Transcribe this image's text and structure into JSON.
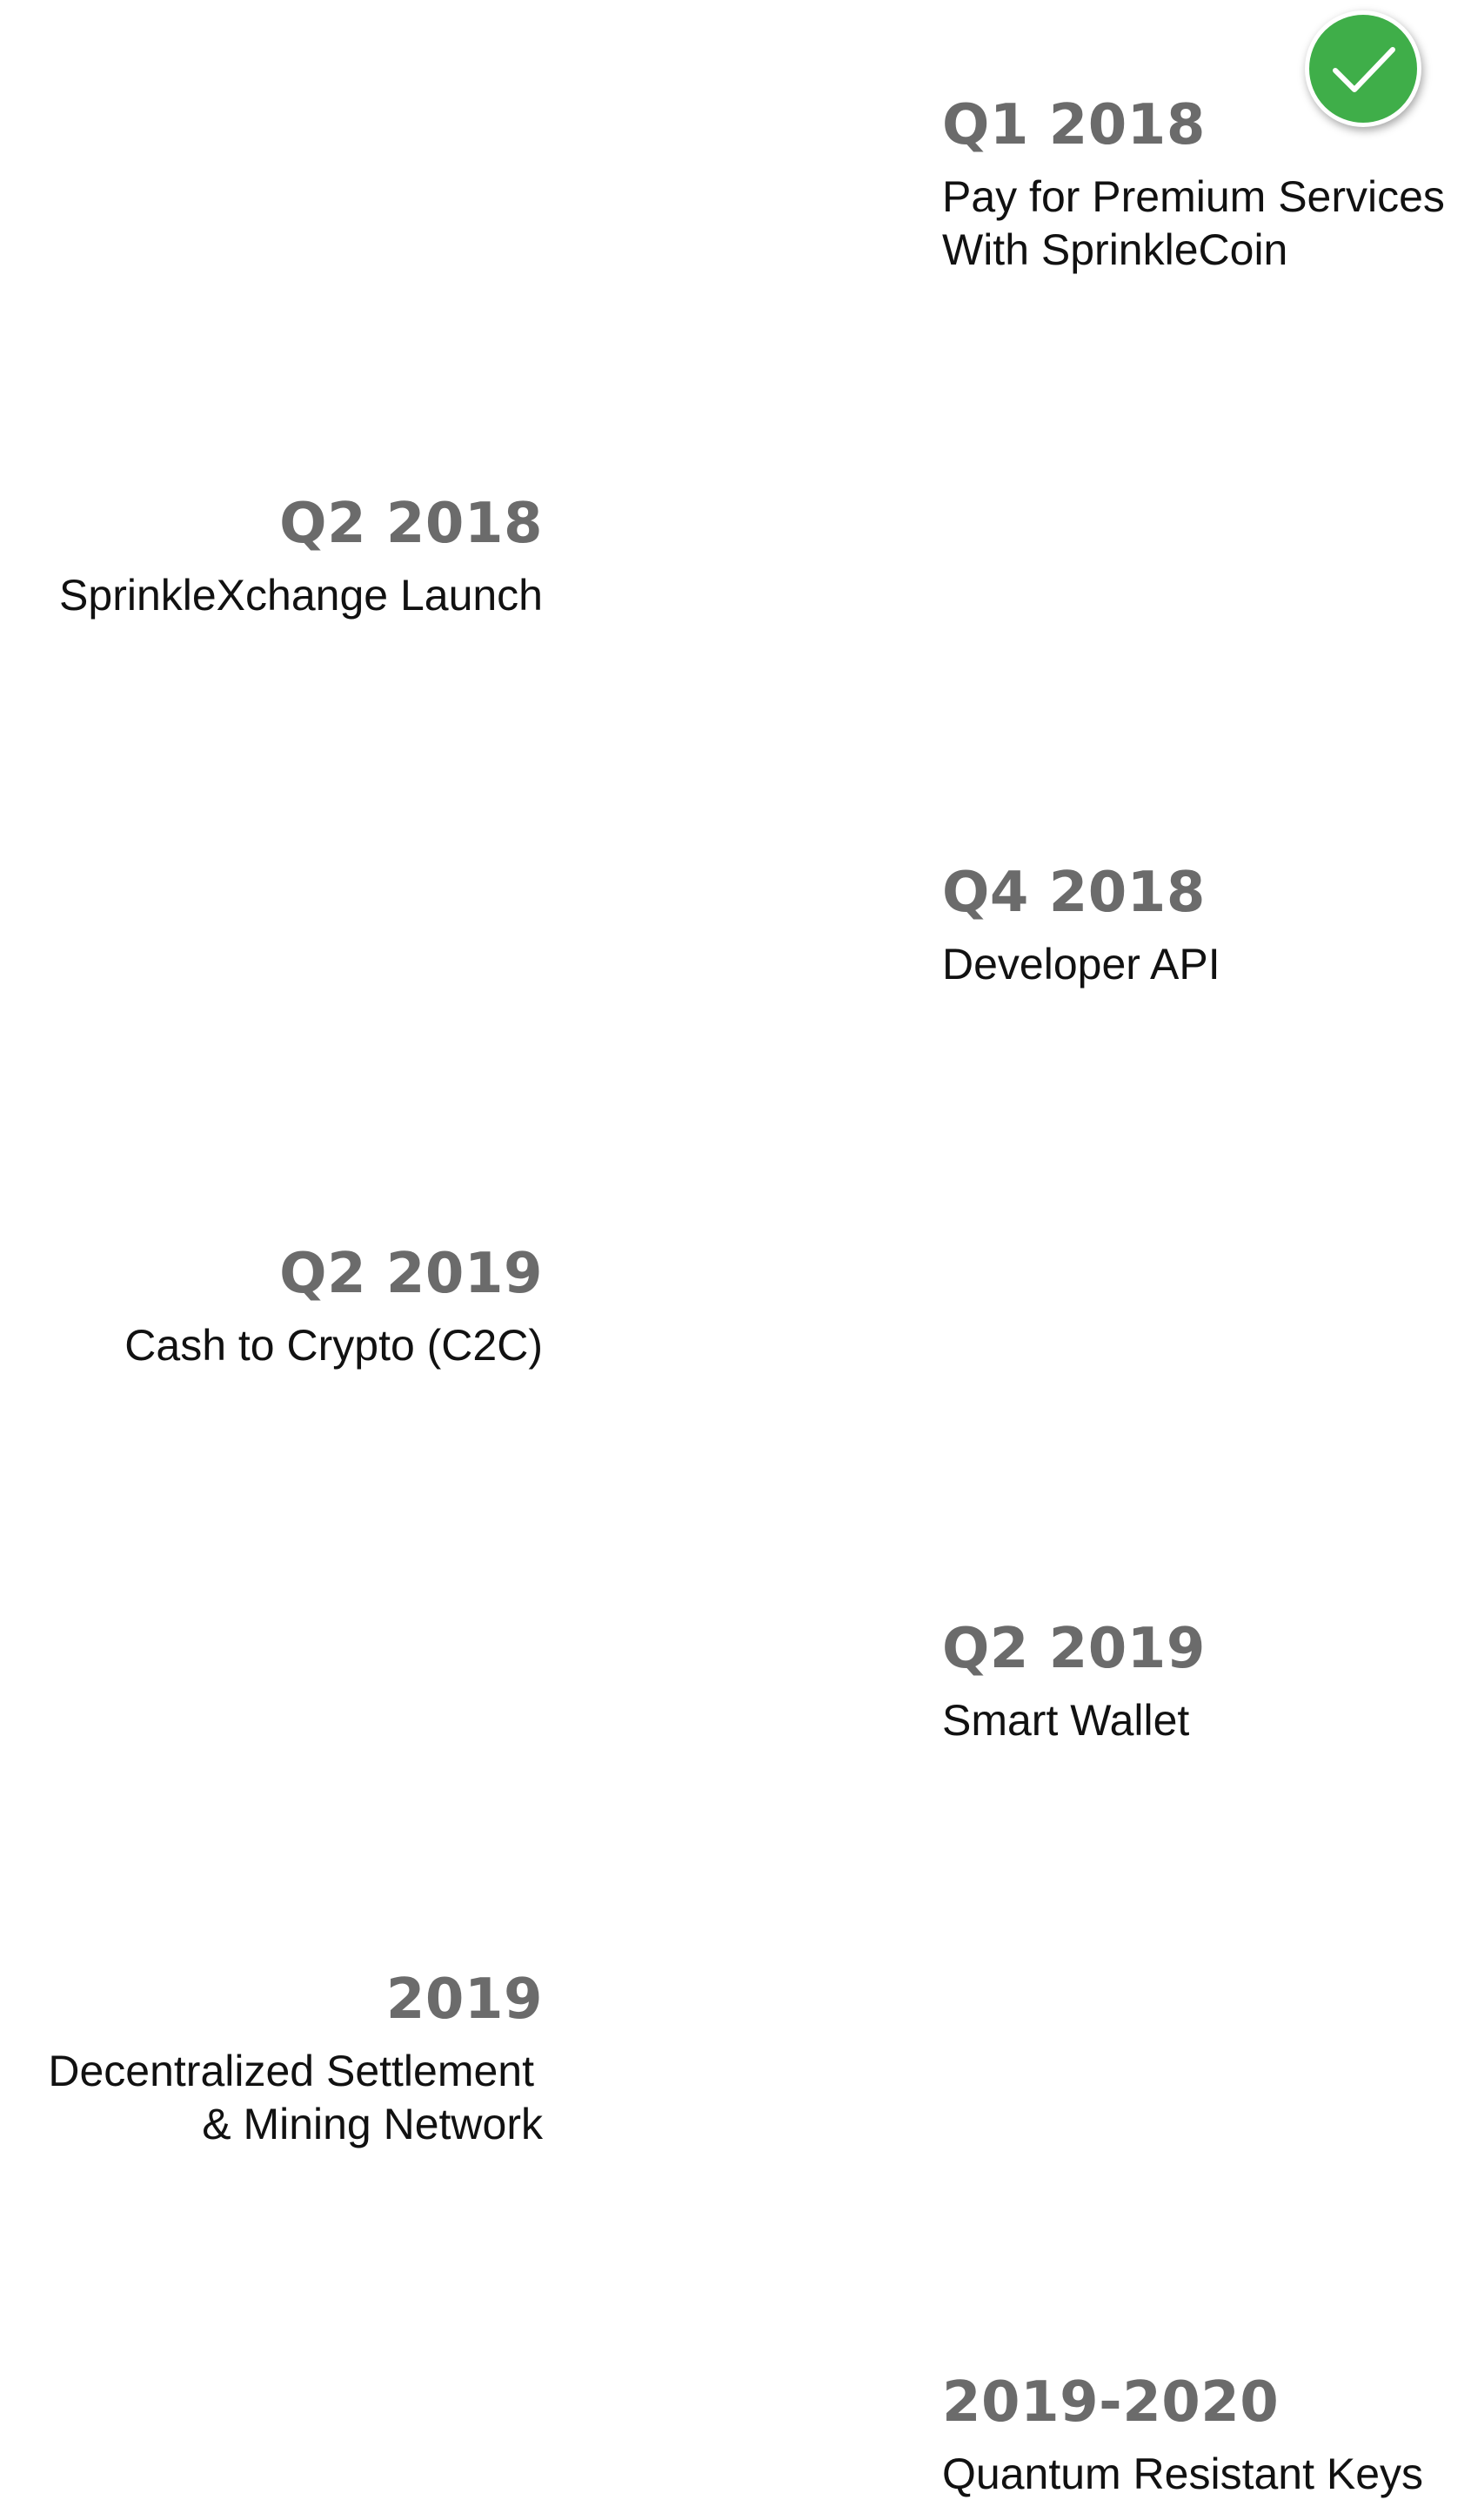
{
  "roadmap": {
    "accent": "#3fae49",
    "milestones": [
      {
        "period": "Q1 2018",
        "title_lines": [
          "Pay for Premium Services",
          "With SprinkleCoin"
        ],
        "completed": true
      },
      {
        "period": "Q2 2018",
        "title_lines": [
          "SprinkleXchange Launch"
        ],
        "completed": false
      },
      {
        "period": "Q4 2018",
        "title_lines": [
          "Developer API"
        ],
        "completed": false
      },
      {
        "period": "Q2 2019",
        "title_lines": [
          "Cash to Crypto (C2C)"
        ],
        "completed": false
      },
      {
        "period": "Q2 2019",
        "title_lines": [
          "Smart Wallet"
        ],
        "completed": false
      },
      {
        "period": "2019",
        "title_lines": [
          "Decentralized Settlement",
          "& Mining Network"
        ],
        "completed": false
      },
      {
        "period": "2019-2020",
        "title_lines": [
          "Quantum Resistant Keys"
        ],
        "completed": false
      }
    ],
    "completed_icon": "checkmark-icon"
  }
}
